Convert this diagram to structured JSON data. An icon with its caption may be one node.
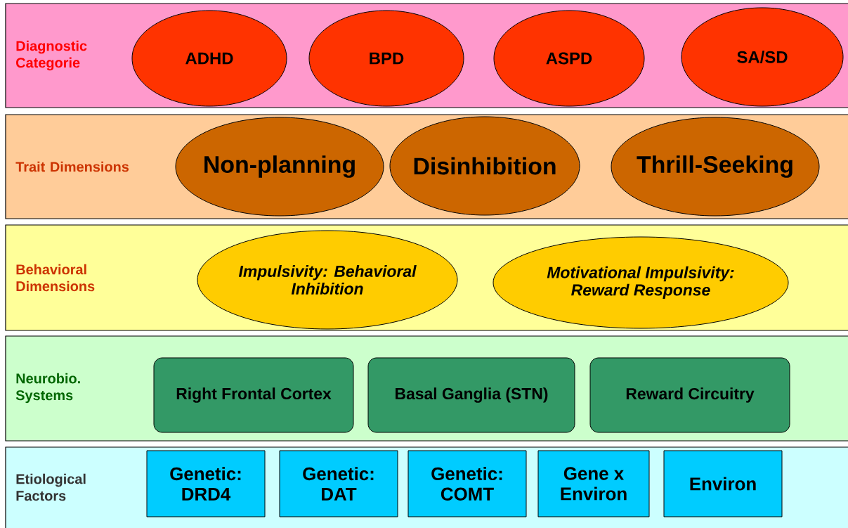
{
  "diagram": {
    "nodes": [
      {
        "text": [
          "Diagnostic Categorie"
        ]
      },
      {
        "text": [
          "ADHD"
        ],
        "in": 0
      },
      {
        "text": [
          "BPD"
        ],
        "in": 0
      },
      {
        "text": [
          "ASPD"
        ],
        "in": 0
      },
      {
        "text": [
          "SA/SD"
        ],
        "in": 0
      },
      {
        "text": [
          "Trait Dimensions"
        ]
      },
      {
        "text": [
          "Non-planning"
        ],
        "in": 5
      },
      {
        "text": [
          "Disinhibition"
        ],
        "in": 5
      },
      {
        "text": [
          "Thrill-Seeking"
        ],
        "in": 5
      },
      {
        "text": [
          "Behavioral Dimensions"
        ]
      },
      {
        "text": [
          "Impulsivity: Behavioral Inhibition"
        ],
        "in": 9
      },
      {
        "text": [
          "Motivational Impulsivity: Reward Response"
        ],
        "in": 9
      },
      {
        "text": [
          "Neurobio. Systems"
        ]
      },
      {
        "text": [
          "Right Frontal Cortex"
        ],
        "in": 12
      },
      {
        "text": [
          "Basal Ganglia (STN)"
        ],
        "in": 12
      },
      {
        "text": [
          "Reward Circuitry"
        ],
        "in": 12
      },
      {
        "text": [
          "Etiological Factors"
        ]
      },
      {
        "text": [
          "Genetic: DRD4"
        ],
        "in": 16
      },
      {
        "text": [
          "Genetic: DAT"
        ],
        "in": 16
      },
      {
        "text": [
          "Genetic: COMT"
        ],
        "in": 16
      },
      {
        "text": [
          "Gene x Environ"
        ],
        "in": 16
      },
      {
        "text": [
          "Environ"
        ],
        "in": 16
      }
    ]
  }
}
